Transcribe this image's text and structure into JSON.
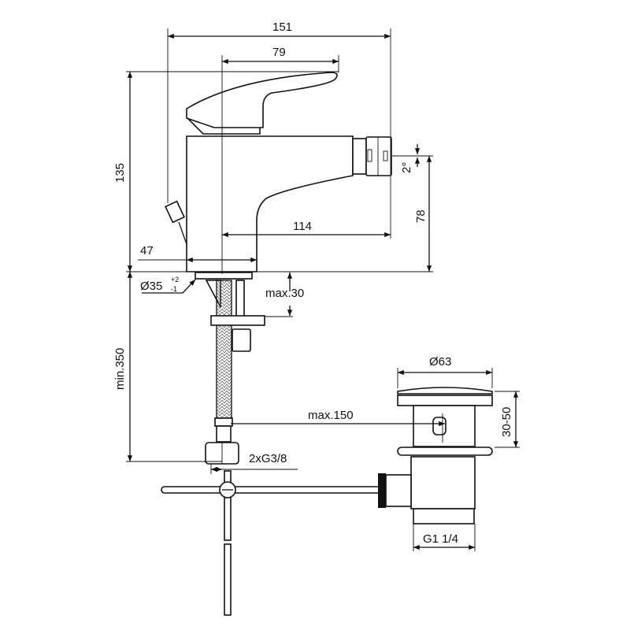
{
  "drawing": {
    "dimensions": {
      "overall_width": "151",
      "handle_length": "79",
      "overall_height": "135",
      "spout_reach": "114",
      "base_width": "47",
      "spout_height": "78",
      "spray_angle": "2°",
      "hole_diameter": "Ø35",
      "hole_tol_plus": "+2",
      "hole_tol_minus": "-1",
      "deck_thickness": "max.30",
      "hose_length": "min.350",
      "inlet_thread": "2xG3/8",
      "rod_length": "max.150",
      "waste_diameter": "Ø63",
      "waste_height": "30-50",
      "waste_thread": "G1 1/4"
    },
    "colors": {
      "line": "#111111",
      "background": "#ffffff"
    }
  }
}
